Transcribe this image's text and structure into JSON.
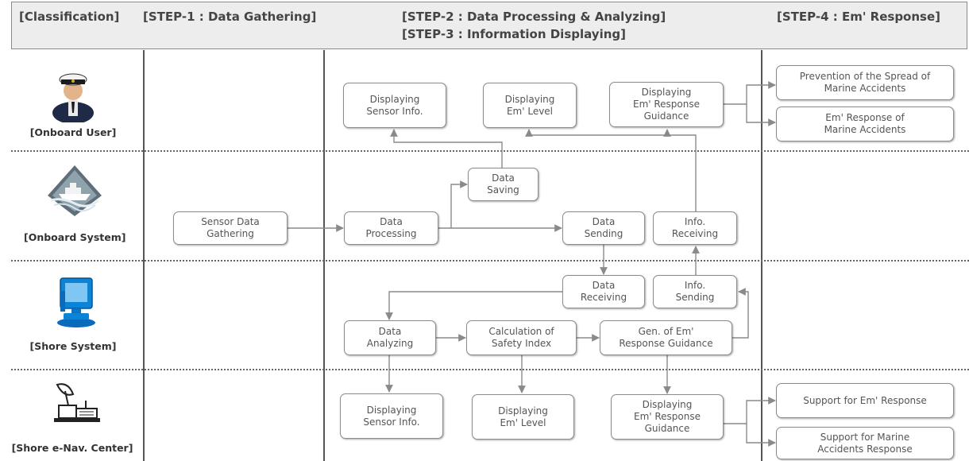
{
  "header": {
    "classification": "[Classification]",
    "step1": "[STEP-1 : Data Gathering]",
    "step2": "[STEP-2 : Data Processing & Analyzing]",
    "step3": "[STEP-3 : Information Displaying]",
    "step4": "[STEP-4 : Em' Response]"
  },
  "lanes": {
    "onboard_user": "[Onboard User]",
    "onboard_system": "[Onboard System]",
    "shore_system": "[Shore System]",
    "shore_center": "[Shore e-Nav. Center]"
  },
  "icons": {
    "onboard_user": "ship-officer-icon",
    "onboard_system": "ship-icon",
    "shore_system": "computer-icon",
    "shore_center": "satellite-station-icon"
  },
  "nodes": {
    "ou_sensor_info": "Displaying\nSensor Info.",
    "ou_em_level": "Displaying\nEm' Level",
    "ou_guidance": "Displaying\nEm' Response\nGuidance",
    "ou_prevention": "Prevention of the Spread of\nMarine Accidents",
    "ou_response": "Em' Response of\nMarine Accidents",
    "os_saving": "Data\nSaving",
    "os_gathering": "Sensor Data\nGathering",
    "os_processing": "Data\nProcessing",
    "os_sending": "Data\nSending",
    "os_info_receiving": "Info.\nReceiving",
    "ss_receiving": "Data\nReceiving",
    "ss_info_sending": "Info.\nSending",
    "ss_analyzing": "Data\nAnalyzing",
    "ss_safety": "Calculation of\nSafety Index",
    "ss_gen_guidance": "Gen. of Em'\nResponse Guidance",
    "sc_sensor_info": "Displaying\nSensor Info.",
    "sc_em_level": "Displaying\nEm' Level",
    "sc_guidance": "Displaying\nEm' Response\nGuidance",
    "sc_support_em": "Support for Em' Response",
    "sc_support_marine": "Support for Marine\nAccidents Response"
  },
  "colors": {
    "header_bg": "#ededed",
    "border": "#8c8c8c",
    "arrow": "#8a8a8a",
    "text": "#555555"
  }
}
